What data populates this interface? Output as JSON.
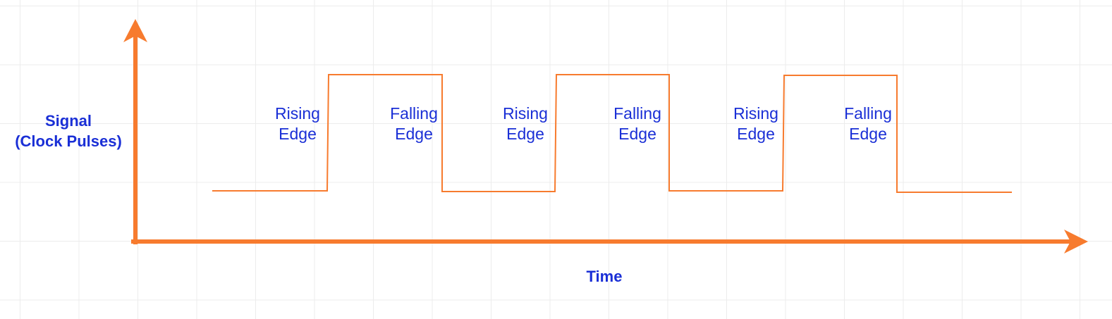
{
  "colors": {
    "signal": "#f77b2e",
    "axis": "#f77b2e",
    "text": "#1a2fd6",
    "grid": "#ececec"
  },
  "axes": {
    "y_label": [
      "Signal",
      "(Clock Pulses)"
    ],
    "x_label": "Time"
  },
  "edges": [
    {
      "lines": [
        "Rising",
        "Edge"
      ]
    },
    {
      "lines": [
        "Falling",
        "Edge"
      ]
    },
    {
      "lines": [
        "Rising",
        "Edge"
      ]
    },
    {
      "lines": [
        "Falling",
        "Edge"
      ]
    },
    {
      "lines": [
        "Rising",
        "Edge"
      ]
    },
    {
      "lines": [
        "Falling",
        "Edge"
      ]
    }
  ],
  "waveform": {
    "pulses": 3,
    "levels": [
      "low",
      "high"
    ]
  }
}
